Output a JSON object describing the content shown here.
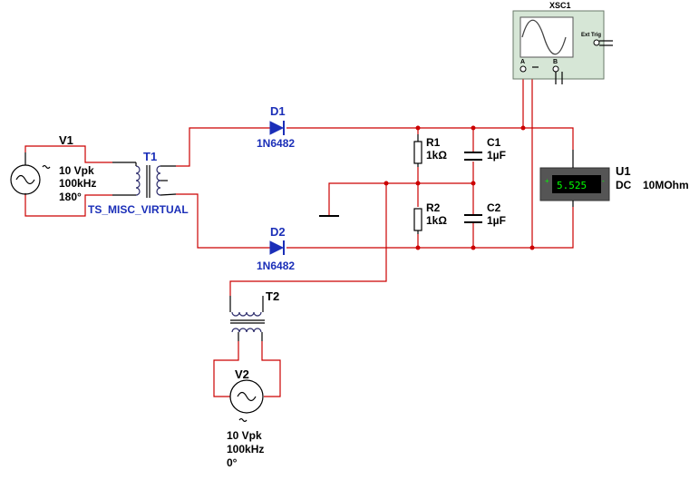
{
  "sources": {
    "v1": {
      "name": "V1",
      "amplitude": "10 Vpk",
      "frequency": "100kHz",
      "phase": "180°"
    },
    "v2": {
      "name": "V2",
      "amplitude": "10 Vpk",
      "frequency": "100kHz",
      "phase": "0°"
    }
  },
  "transformers": {
    "t1": {
      "name": "T1",
      "model": "TS_MISC_VIRTUAL"
    },
    "t2": {
      "name": "T2"
    }
  },
  "diodes": {
    "d1": {
      "name": "D1",
      "model": "1N6482"
    },
    "d2": {
      "name": "D2",
      "model": "1N6482"
    }
  },
  "resistors": {
    "r1": {
      "name": "R1",
      "value": "1kΩ"
    },
    "r2": {
      "name": "R2",
      "value": "1kΩ"
    }
  },
  "capacitors": {
    "c1": {
      "name": "C1",
      "value": "1µF"
    },
    "c2": {
      "name": "C2",
      "value": "1µF"
    }
  },
  "oscilloscope": {
    "name": "XSC1",
    "ext_trig": "Ext Trig",
    "channel_a": "A",
    "channel_b": "B"
  },
  "multimeter": {
    "name": "U1",
    "mode": "DC",
    "impedance": "10MOhm",
    "reading": "5.525"
  },
  "colors": {
    "wire": "#cc0000",
    "label_blue": "#1b2fb8",
    "meter_display": "#00ff00",
    "meter_body": "#555555"
  }
}
